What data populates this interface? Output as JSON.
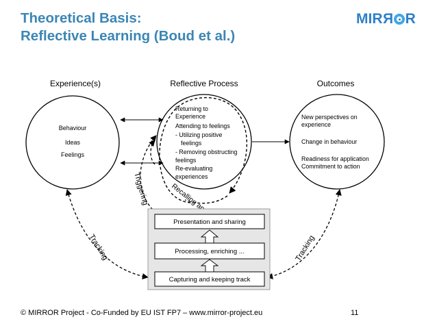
{
  "slide": {
    "title_line1": "Theoretical Basis:",
    "title_line2": "Reflective Learning (Boud et al.)",
    "logo": {
      "pre": "MIR",
      "mirror": "R",
      "post": "R",
      "brand_color": "#2f80c8",
      "accent_color": "#3fa9e5"
    },
    "footer": "© MIRROR Project - Co-Funded by EU IST FP7 – www.mirror-project.eu",
    "page_number": "11",
    "title_color": "#3b86b5"
  },
  "diagram": {
    "headers": {
      "experience": "Experience(s)",
      "reflective": "Reflective Process",
      "outcomes": "Outcomes"
    },
    "experience_items": [
      "Behaviour",
      "Ideas",
      "Feelings"
    ],
    "reflective_items": [
      "Returning to",
      "Experience",
      "Attending to feelings",
      "-  Utilizing positive",
      "   feelings",
      "-  Removing obstructing",
      "feelings",
      "Re-evaluating",
      "experiences"
    ],
    "outcome_items": [
      "New perspectives on",
      "experience",
      "Change in behaviour",
      "Readiness for application",
      "Commitment to action"
    ],
    "labels": {
      "triggering": "Triggering",
      "recalling": "Recalling and Revisiting",
      "tracking_left": "Tracking",
      "tracking_right": "Tracking"
    },
    "stack": {
      "top": "Presentation and sharing",
      "middle": "Processing, enriching ...",
      "bottom": "Capturing and keeping track"
    }
  }
}
